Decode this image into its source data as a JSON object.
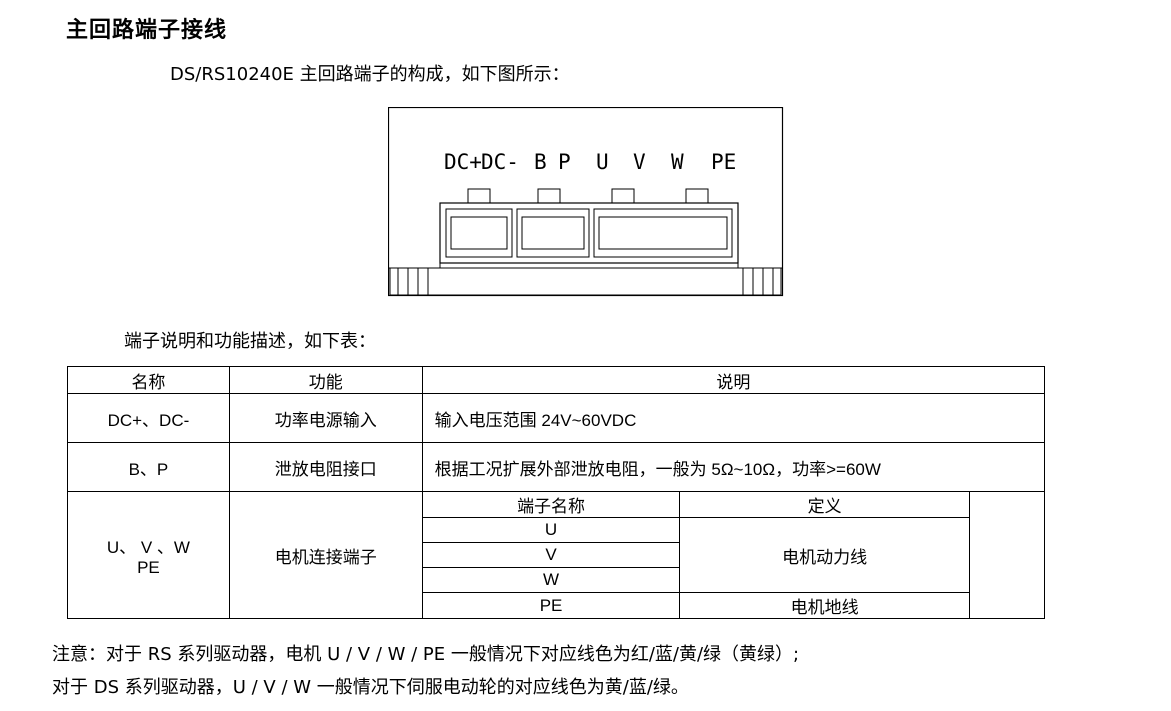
{
  "heading": "主回路端子接线",
  "intro": "DS/RS10240E 主回路端子的构成，如下图所示：",
  "figure": {
    "labels": [
      "DC+",
      "DC-",
      "B",
      "P",
      "U",
      "V",
      "W",
      "PE"
    ]
  },
  "table_intro": "端子说明和功能描述，如下表：",
  "table": {
    "headers": [
      "名称",
      "功能",
      "说明"
    ],
    "rows": [
      {
        "name": "DC+、DC-",
        "func": "功率电源输入",
        "desc": "输入电压范围 24V~60VDC"
      },
      {
        "name": "B、P",
        "func": "泄放电阻接口",
        "desc": "根据工况扩展外部泄放电阻，一般为 5Ω~10Ω，功率>=60W"
      }
    ],
    "motor_row": {
      "name_line1": "U、 V 、W",
      "name_line2": "PE",
      "func": "电机连接端子",
      "sub_headers": [
        "端子名称",
        "定义"
      ],
      "sub_terminals": [
        "U",
        "V",
        "W",
        "PE"
      ],
      "sub_def_power": "电机动力线",
      "sub_def_ground": "电机地线"
    }
  },
  "notes": [
    "注意：对于 RS 系列驱动器，电机 U / V / W / PE 一般情况下对应线色为红/蓝/黄/绿（黄绿）;",
    "对于 DS 系列驱动器，U / V / W  一般情况下伺服电动轮的对应线色为黄/蓝/绿。"
  ]
}
